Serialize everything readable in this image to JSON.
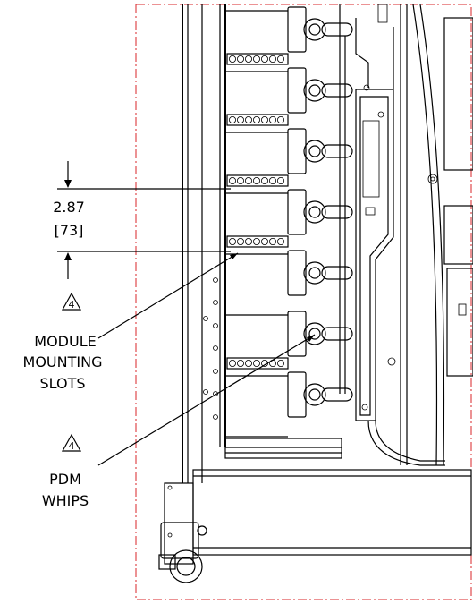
{
  "dimension": {
    "value": "2.87",
    "metric": "[73]"
  },
  "callouts": [
    {
      "note_number": "4",
      "lines": [
        "MODULE",
        "MOUNTING",
        "SLOTS"
      ]
    },
    {
      "note_number": "4",
      "lines": [
        "PDM",
        "WHIPS"
      ]
    }
  ],
  "colors": {
    "outline": "#000000",
    "boundary": "#d9262a"
  }
}
